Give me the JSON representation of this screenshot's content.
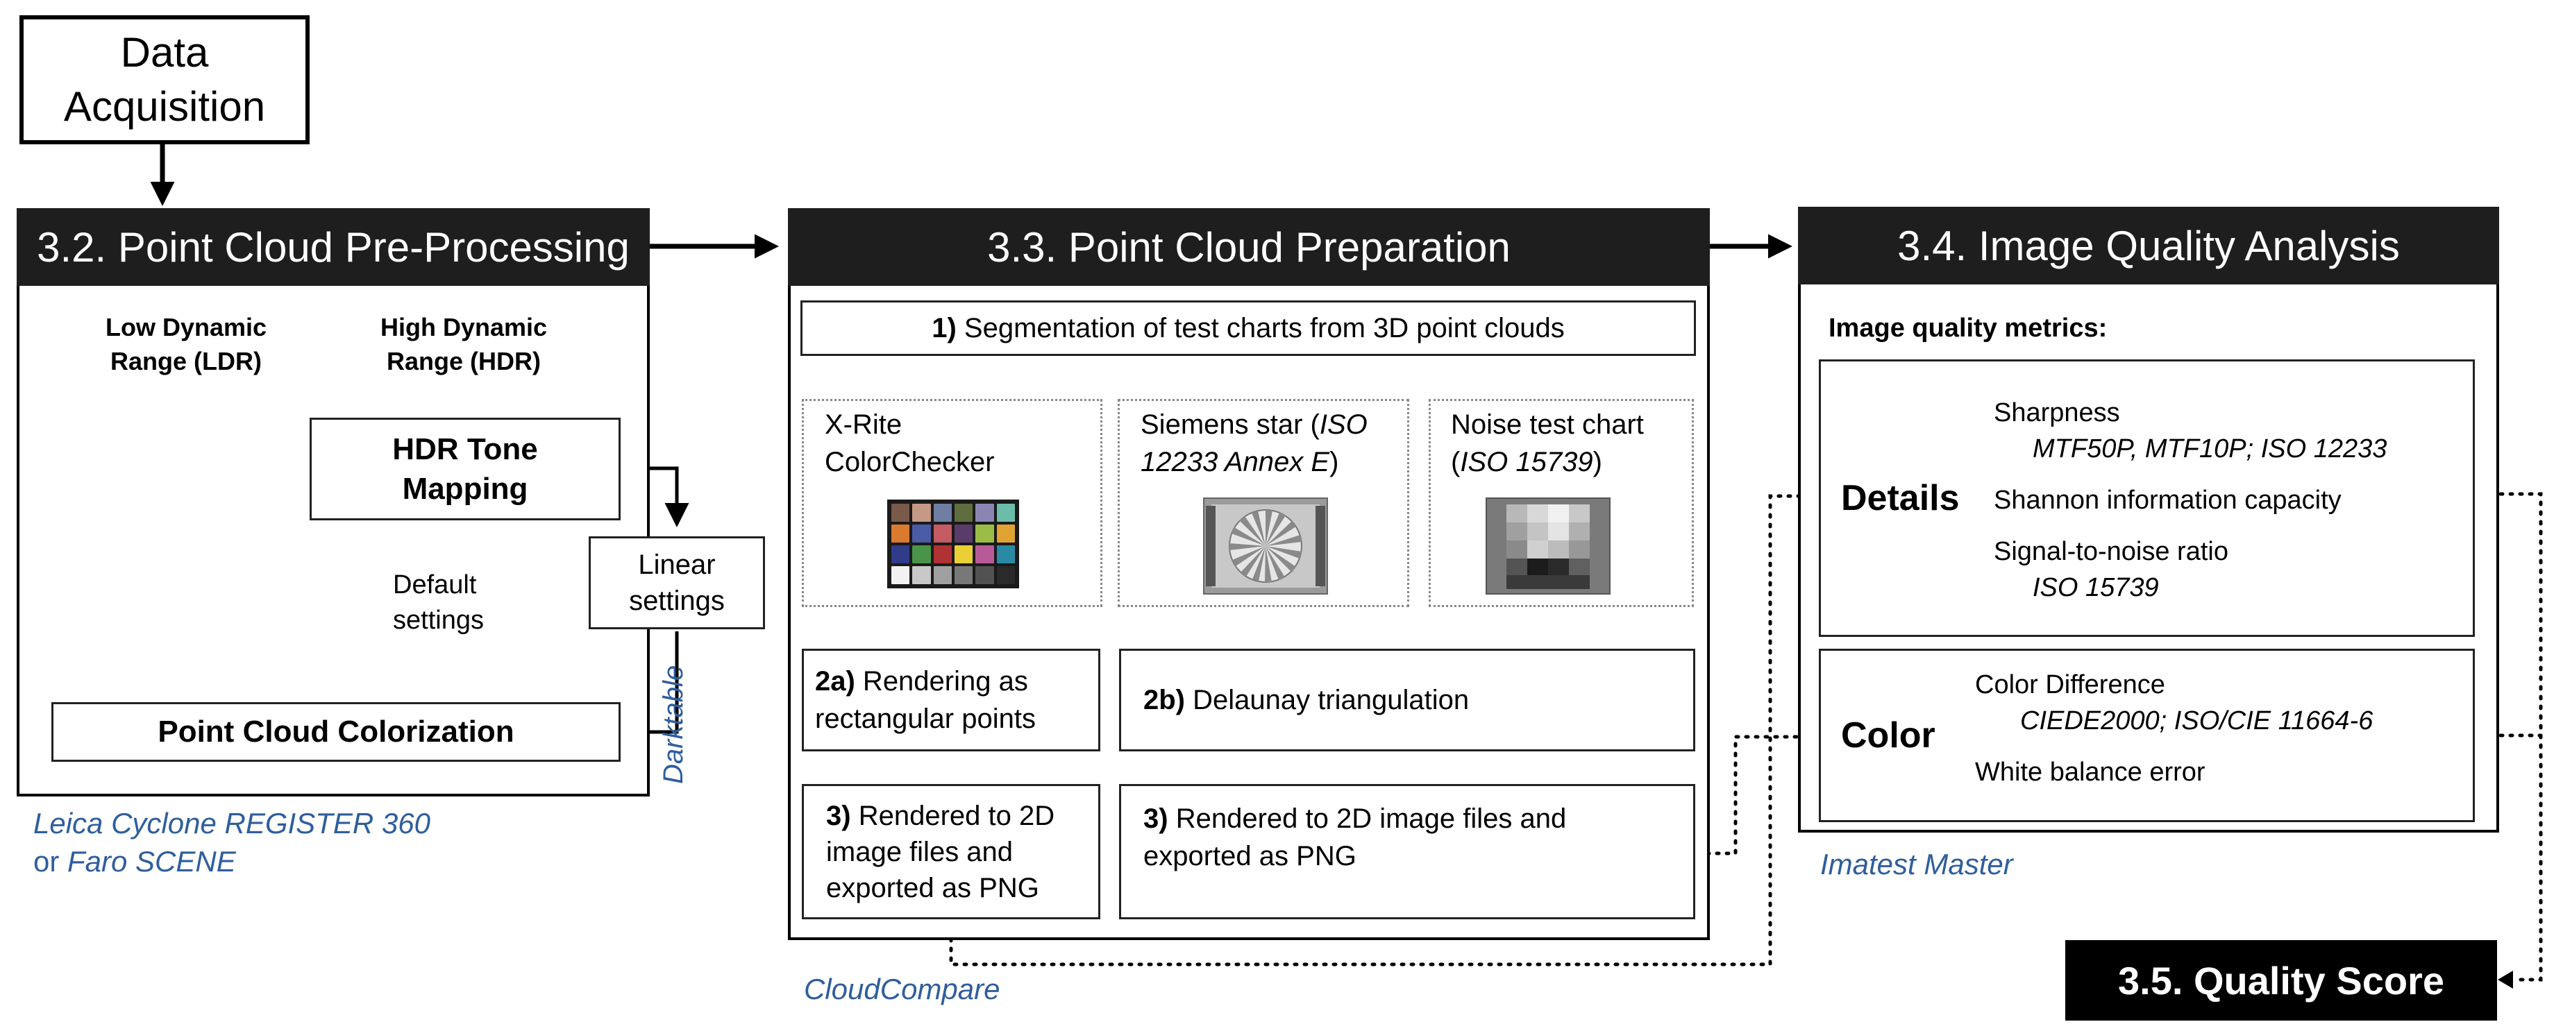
{
  "data_acquisition": {
    "label": "Data\nAcquisition"
  },
  "preprocessing": {
    "title": "3.2. Point Cloud Pre-Processing",
    "ldr_label": "Low Dynamic\nRange (LDR)",
    "hdr_label": "High Dynamic\nRange (HDR)",
    "hdr_tone_mapping": "HDR Tone\nMapping",
    "default_settings": "Default\nsettings",
    "linear_settings": "Linear\nsettings",
    "colorization": "Point Cloud Colorization",
    "darktable": "Darktable",
    "software_line1_a": "Leica Cyclone REGISTER 360",
    "software_line2_or": "or ",
    "software_line2_b": "Faro SCENE"
  },
  "preparation": {
    "title": "3.3. Point Cloud Preparation",
    "step1_num": "1)",
    "step1_text": " Segmentation of test charts from 3D point clouds",
    "chart1_label": "X-Rite\nColorChecker",
    "chart2_label_a": "Siemens star (",
    "chart2_label_b": "ISO\n12233 Annex E",
    "chart2_label_c": ")",
    "chart3_label_a": "Noise test chart\n(",
    "chart3_label_b": "ISO 15739",
    "chart3_label_c": ")",
    "step2a_num": "2a)",
    "step2a_text": " Rendering as\nrectangular points",
    "step2b_num": "2b)",
    "step2b_text": " Delaunay triangulation",
    "step3a_num": "3)",
    "step3a_text": " Rendered to 2D\nimage files and\nexported as PNG",
    "step3b_num": "3)",
    "step3b_text": " Rendered to 2D image files and\nexported as PNG",
    "software": "CloudCompare"
  },
  "analysis": {
    "title": "3.4. Image Quality Analysis",
    "metrics_label": "Image quality metrics:",
    "details_label": "Details",
    "sharpness": "Sharpness",
    "sharpness_std": "MTF50P, MTF10P; ISO 12233",
    "shannon": "Shannon information capacity",
    "snr": "Signal-to-noise ratio",
    "snr_std": "ISO 15739",
    "color_label": "Color",
    "color_diff": "Color Difference",
    "color_diff_std": "CIEDE2000; ISO/CIE 11664-6",
    "white_balance": "White balance error",
    "software": "Imatest Master"
  },
  "quality_score": {
    "title": "3.5. Quality Score"
  },
  "colorchecker_swatches": [
    "#7a5a4a",
    "#c49a86",
    "#6e7fa3",
    "#5e6e3e",
    "#8a86b4",
    "#6bbdaa",
    "#d97a2e",
    "#4a5ca6",
    "#c45a62",
    "#5a3c6a",
    "#9cbc48",
    "#e0a232",
    "#2e3c8a",
    "#4a944a",
    "#b03232",
    "#ead036",
    "#b85a98",
    "#2a8aa6",
    "#f2f2f2",
    "#c8c8c8",
    "#a0a0a0",
    "#787878",
    "#525252",
    "#2a2a2a"
  ]
}
